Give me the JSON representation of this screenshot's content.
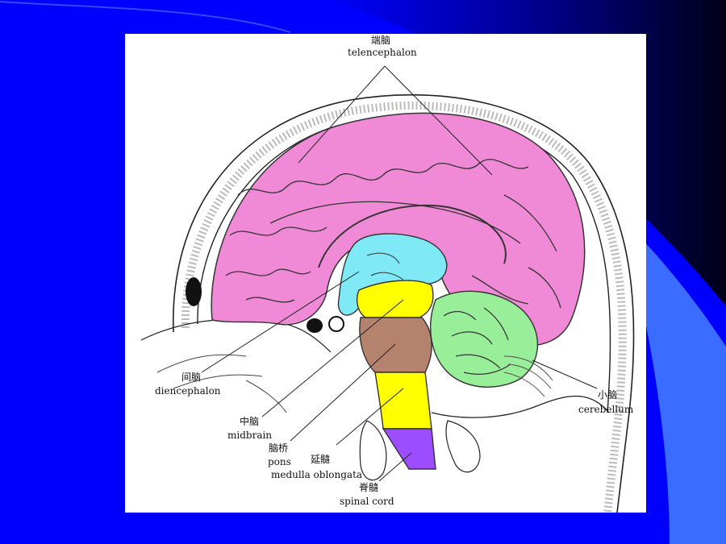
{
  "slide": {
    "background_color": "#0000ff",
    "accent_color": "#3366ff",
    "dark_corner_color": "#000022"
  },
  "figure": {
    "colors": {
      "telencephalon": "#f08ad6",
      "diencephalon": "#7fe9f5",
      "midbrain": "#ffff00",
      "pons": "#b5826e",
      "medulla_oblongata": "#ffff00",
      "spinal_cord": "#9b4dff",
      "cerebellum": "#99ee99"
    },
    "labels": {
      "telencephalon_cn": "端脑",
      "telencephalon_en": "telencephalon",
      "diencephalon_cn": "间脑",
      "diencephalon_en": "diencephalon",
      "midbrain_cn": "中脑",
      "midbrain_en": "midbrain",
      "pons_cn": "脑桥",
      "pons_en": "pons",
      "medulla_cn": "延髓",
      "medulla_en": "medulla oblongata",
      "spinal_cn": "脊髓",
      "spinal_en": "spinal cord",
      "cerebellum_cn": "小脑",
      "cerebellum_en": "cerebellum"
    }
  }
}
